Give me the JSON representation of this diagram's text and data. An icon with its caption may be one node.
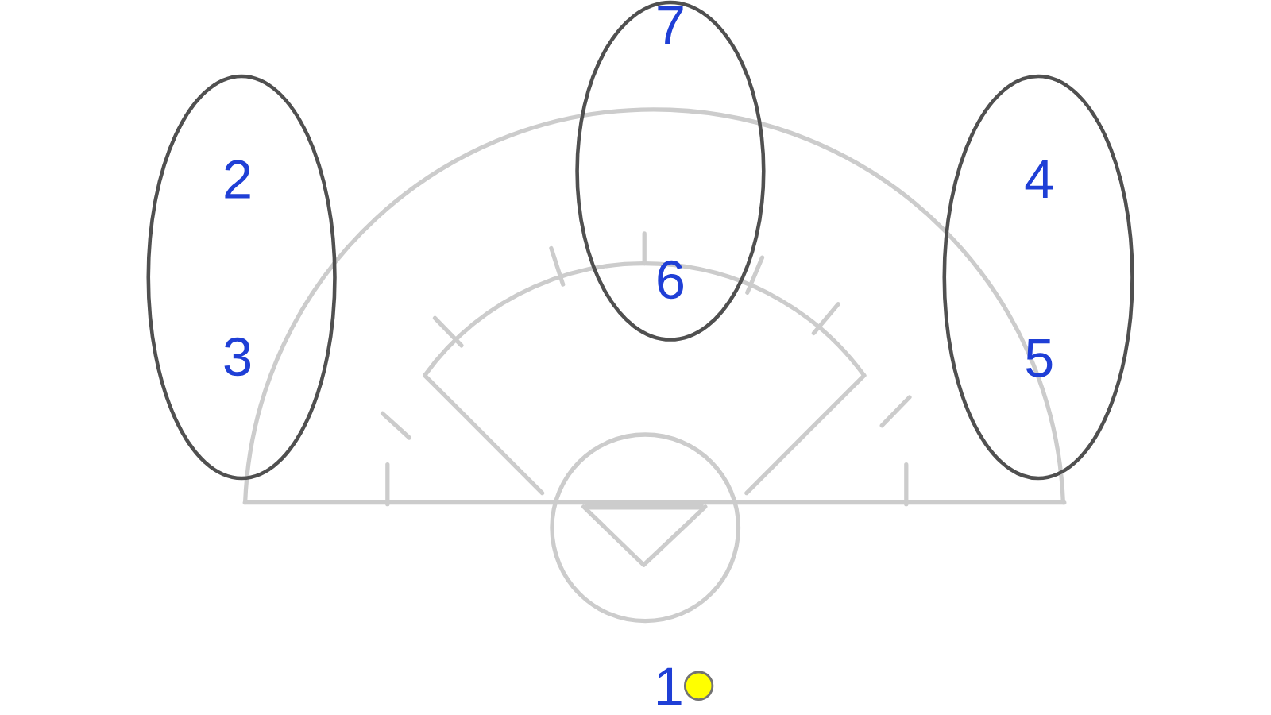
{
  "diagram": {
    "nodes": [
      {
        "text": [
          "2",
          "3"
        ]
      },
      {
        "text": [
          "7",
          "6"
        ]
      },
      {
        "text": [
          "4",
          "5"
        ]
      }
    ],
    "labels": [
      "1"
    ]
  }
}
